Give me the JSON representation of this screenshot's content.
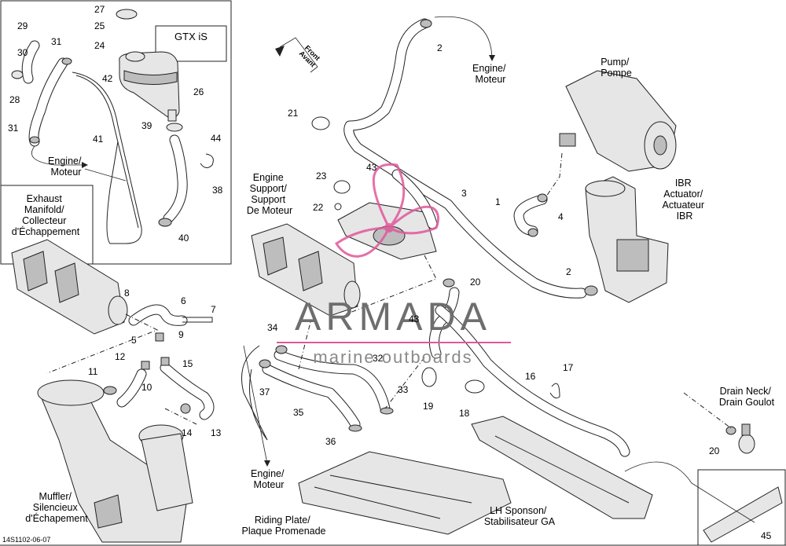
{
  "callouts": [
    {
      "id": "c27",
      "text": "27"
    },
    {
      "id": "c25",
      "text": "25"
    },
    {
      "id": "c24",
      "text": "24"
    },
    {
      "id": "c29",
      "text": "29"
    },
    {
      "id": "c31a",
      "text": "31"
    },
    {
      "id": "c30",
      "text": "30"
    },
    {
      "id": "c42",
      "text": "42"
    },
    {
      "id": "c26",
      "text": "26"
    },
    {
      "id": "c28",
      "text": "28"
    },
    {
      "id": "c39",
      "text": "39"
    },
    {
      "id": "c31b",
      "text": "31"
    },
    {
      "id": "c41",
      "text": "41"
    },
    {
      "id": "c44",
      "text": "44"
    },
    {
      "id": "c38",
      "text": "38"
    },
    {
      "id": "c40",
      "text": "40"
    },
    {
      "id": "c2a",
      "text": "2"
    },
    {
      "id": "c21",
      "text": "21"
    },
    {
      "id": "c23",
      "text": "23"
    },
    {
      "id": "c43a",
      "text": "43"
    },
    {
      "id": "c3",
      "text": "3"
    },
    {
      "id": "c22",
      "text": "22"
    },
    {
      "id": "c1",
      "text": "1"
    },
    {
      "id": "c4",
      "text": "4"
    },
    {
      "id": "c2b",
      "text": "2"
    },
    {
      "id": "c20a",
      "text": "20"
    },
    {
      "id": "c8",
      "text": "8"
    },
    {
      "id": "c6",
      "text": "6"
    },
    {
      "id": "c7",
      "text": "7"
    },
    {
      "id": "c43b",
      "text": "43"
    },
    {
      "id": "c34",
      "text": "34"
    },
    {
      "id": "c5",
      "text": "5"
    },
    {
      "id": "c9",
      "text": "9"
    },
    {
      "id": "c12",
      "text": "12"
    },
    {
      "id": "c15",
      "text": "15"
    },
    {
      "id": "c32",
      "text": "32"
    },
    {
      "id": "c17",
      "text": "17"
    },
    {
      "id": "c11",
      "text": "11"
    },
    {
      "id": "c10",
      "text": "10"
    },
    {
      "id": "c16",
      "text": "16"
    },
    {
      "id": "c37",
      "text": "37"
    },
    {
      "id": "c33",
      "text": "33"
    },
    {
      "id": "c19",
      "text": "19"
    },
    {
      "id": "c18",
      "text": "18"
    },
    {
      "id": "c35",
      "text": "35"
    },
    {
      "id": "c14",
      "text": "14"
    },
    {
      "id": "c13",
      "text": "13"
    },
    {
      "id": "c36",
      "text": "36"
    },
    {
      "id": "c20b",
      "text": "20"
    },
    {
      "id": "c45",
      "text": "45"
    }
  ],
  "labels": {
    "gtx": "GTX iS",
    "engine_moteur_1": [
      "Engine/",
      "Moteur"
    ],
    "engine_moteur_2": [
      "Engine/",
      "Moteur"
    ],
    "engine_moteur_3": [
      "Engine/",
      "Moteur"
    ],
    "exhaust": [
      "Exhaust",
      "Manifold/",
      "Collecteur",
      "d'Échappement"
    ],
    "engine_support": [
      "Engine",
      "Support/",
      "Support",
      "De Moteur"
    ],
    "front": [
      "Front",
      "Avant"
    ],
    "pump": [
      "Pump/",
      "Pompe"
    ],
    "ibr": [
      "IBR",
      "Actuator/",
      "Actuateur",
      "IBR"
    ],
    "drain": [
      "Drain Neck/",
      "Drain Goulot"
    ],
    "muffler": [
      "Muffler/",
      "Silencieux",
      "d'Échapement"
    ],
    "riding_plate": [
      "Riding Plate/",
      "Plaque Promenade"
    ],
    "sponson": [
      "LH Sponson/",
      "Stabilisateur GA"
    ]
  },
  "watermark": {
    "brand": "ARMADA",
    "tagline": "marine outboards",
    "color": "#e0589a"
  },
  "footer_code": "14S1102-06-07"
}
